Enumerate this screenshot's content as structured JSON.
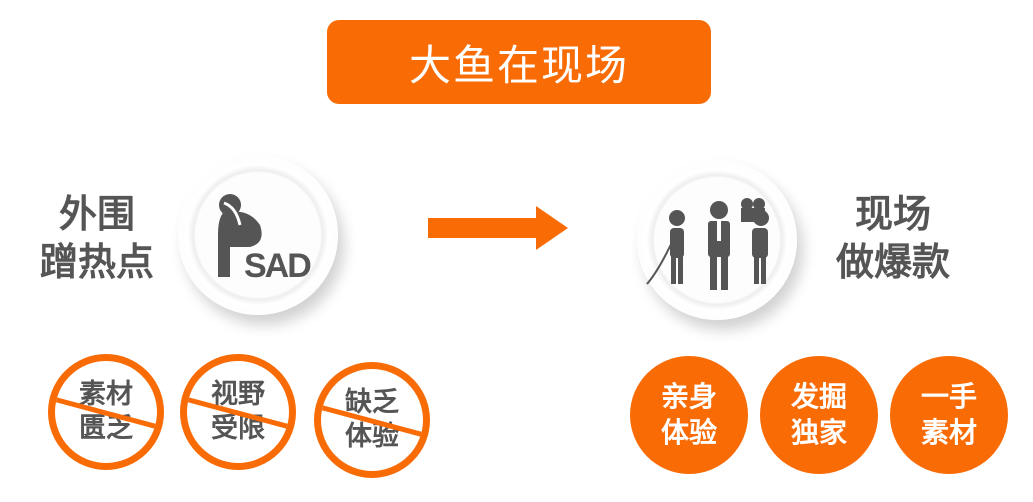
{
  "title": "大鱼在现场",
  "left": {
    "line1": "外围",
    "line2": "蹭热点",
    "icon": "sad-person-icon",
    "icon_text": "SAD",
    "problems": [
      {
        "l1": "素材",
        "l2": "匮乏"
      },
      {
        "l1": "视野",
        "l2": "受限"
      },
      {
        "l1": "缺乏",
        "l2": "体验"
      }
    ]
  },
  "right": {
    "line1": "现场",
    "line2": "做爆款",
    "icon": "reporter-camera-icon",
    "benefits": [
      {
        "l1": "亲身",
        "l2": "体验"
      },
      {
        "l1": "发掘",
        "l2": "独家"
      },
      {
        "l1": "一手",
        "l2": "素材"
      }
    ]
  },
  "colors": {
    "accent": "#f96b05",
    "text": "#555555"
  }
}
